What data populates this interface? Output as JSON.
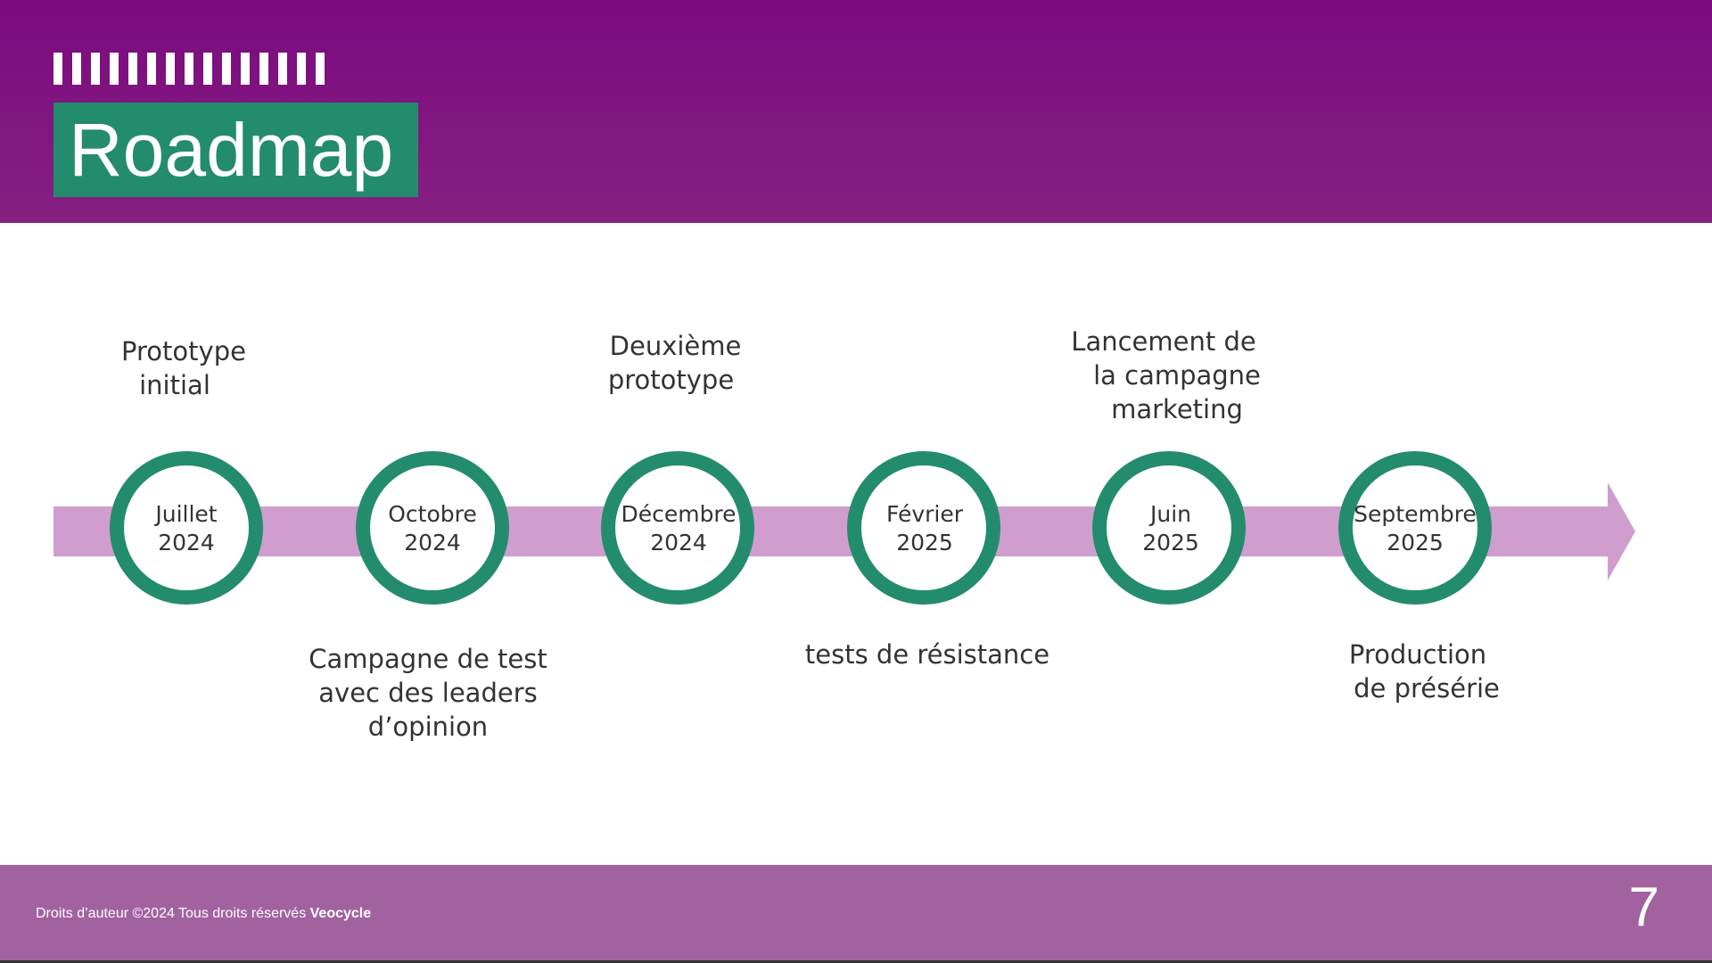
{
  "slide": {
    "title": "Roadmap",
    "page_number": "7"
  },
  "colors": {
    "header": "#7b0a7f",
    "title_box": "#238c6c",
    "timeline_arrow": "#cf9ecf",
    "milestone_ring": "#238c6c",
    "footer": "#a262a0"
  },
  "milestones": [
    {
      "month": "Juillet",
      "year": "2024"
    },
    {
      "month": "Octobre",
      "year": "2024"
    },
    {
      "month": "Décembre",
      "year": "2024"
    },
    {
      "month": "Février",
      "year": "2025"
    },
    {
      "month": "Juin",
      "year": "2025"
    },
    {
      "month": "Septembre",
      "year": "2025"
    }
  ],
  "events": {
    "prototype_initial": [
      "Prototype",
      "initial"
    ],
    "campagne_test": [
      "Campagne de test",
      "avec des leaders",
      "d’opinion"
    ],
    "deuxieme_prototype": [
      "Deuxième",
      "prototype"
    ],
    "tests_resistance": [
      "tests de résistance"
    ],
    "lancement_campagne": [
      "Lancement de",
      "la campagne",
      "marketing"
    ],
    "production_preserie": [
      "Production",
      "de présérie"
    ]
  },
  "footer": {
    "copyright_text": "Droits d’auteur ©2024 Tous droits réservés ",
    "brand": "Veocycle"
  }
}
